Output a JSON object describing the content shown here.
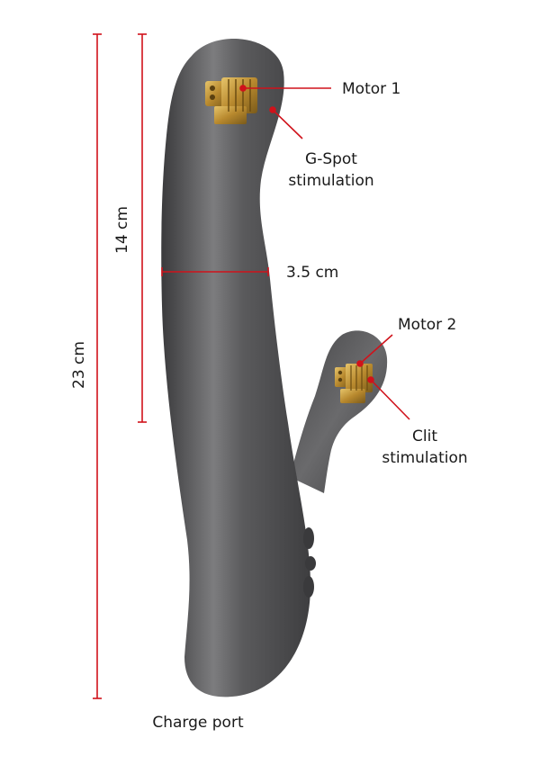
{
  "colors": {
    "accent": "#d0121b",
    "body": "#4a4a4c",
    "body_highlight": "#8a8a8c",
    "motor_gold": "#c9a040"
  },
  "dimensions": {
    "total_length": "23 cm",
    "insertable_length": "14 cm",
    "diameter": "3.5 cm"
  },
  "labels": {
    "motor1": "Motor 1",
    "gspot_line1": "G-Spot",
    "gspot_line2": "stimulation",
    "motor2": "Motor 2",
    "clit_line1": "Clit",
    "clit_line2": "stimulation",
    "charge_port": "Charge port"
  },
  "icons": {
    "device": "rabbit-vibrator-illustration",
    "motor": "vibration-motor-icon"
  }
}
